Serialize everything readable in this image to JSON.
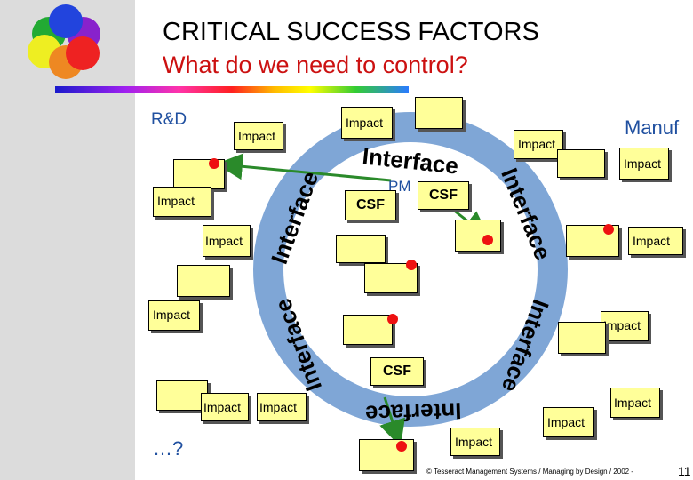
{
  "title": "CRITICAL SUCCESS FACTORS",
  "subtitle": "What do we need to control?",
  "labels": {
    "rd": "R&D",
    "manuf": "Manuf",
    "pm": "PM",
    "ellipsis": "…?",
    "interface": "Interface",
    "impact": "Impact",
    "csf": "CSF"
  },
  "footer": "© Tesseract Management Systems / Managing by Design / 2002 -",
  "page_number": "11",
  "colors": {
    "title": "#000000",
    "subtitle": "#cc1111",
    "box_fill": "#ffff99",
    "dot": "#ee1111",
    "ring": "#7fa6d6",
    "arrow": "#2a8a2a",
    "label_blue": "#2050a0"
  }
}
